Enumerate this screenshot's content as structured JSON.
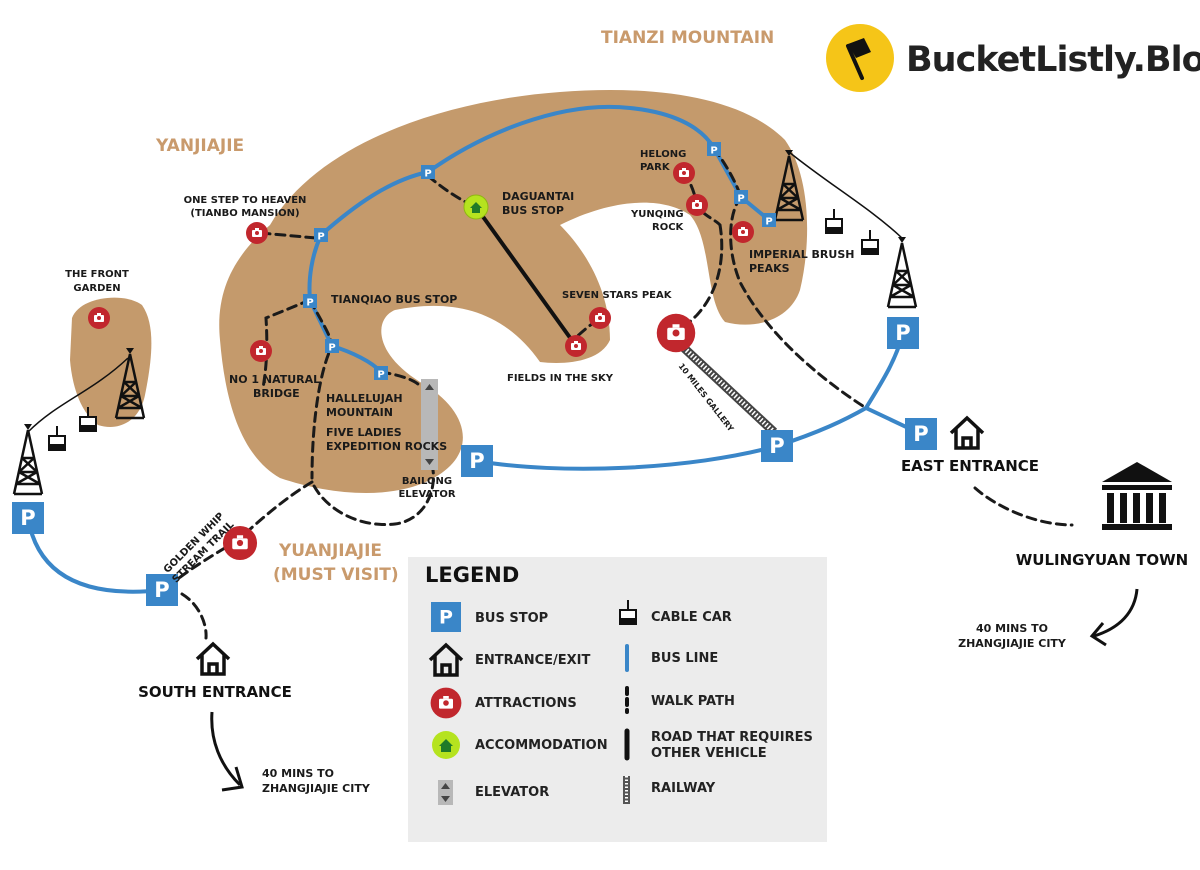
{
  "brand": {
    "name": "BucketListly.Blog"
  },
  "regions": {
    "tianzi": "TIANZI MOUNTAIN",
    "yanjiajie": "YANJIAJIE",
    "yuanjiajie_1": "YUANJIAJIE",
    "yuanjiajie_2": "(MUST VISIT)"
  },
  "places": {
    "front_garden_1": "THE FRONT",
    "front_garden_2": "GARDEN",
    "one_step_1": "ONE STEP TO HEAVEN",
    "one_step_2": "(TIANBO MANSION)",
    "daguantai_1": "DAGUANTAI",
    "daguantai_2": "BUS STOP",
    "helong_1": "HELONG",
    "helong_2": "PARK",
    "yunqing_1": "YUNQING",
    "yunqing_2": "ROCK",
    "imperial_1": "IMPERIAL BRUSH",
    "imperial_2": "PEAKS",
    "tianqiao": "TIANQIAO BUS STOP",
    "seven_stars": "SEVEN STARS PEAK",
    "fields": "FIELDS IN THE SKY",
    "natural_bridge_1": "NO 1 NATURAL",
    "natural_bridge_2": "BRIDGE",
    "hallelujah_1": "HALLELUJAH",
    "hallelujah_2": "MOUNTAIN",
    "five_ladies_1": "FIVE LADIES",
    "five_ladies_2": "EXPEDITION ROCKS",
    "bailong_1": "BAILONG",
    "bailong_2": "ELEVATOR",
    "golden_whip_1": "GOLDEN WHIP",
    "golden_whip_2": "STREAM TRAIL",
    "ten_miles": "10 MILES GALLERY",
    "south_entrance": "SOUTH ENTRANCE",
    "east_entrance": "EAST ENTRANCE",
    "wulingyuan": "WULINGYUAN TOWN",
    "south_dir_1": "40 MINS TO",
    "south_dir_2": "ZHANGJIAJIE CITY",
    "east_dir_1": "40 MINS TO",
    "east_dir_2": "ZHANGJIAJIE CITY"
  },
  "bus_stop_letter": "P",
  "legend": {
    "title": "LEGEND",
    "bus_stop": "BUS STOP",
    "entrance": "ENTRANCE/EXIT",
    "attractions": "ATTRACTIONS",
    "accommodation": "ACCOMMODATION",
    "elevator": "ELEVATOR",
    "cable_car": "CABLE CAR",
    "bus_line": "BUS LINE",
    "walk_path": "WALK PATH",
    "road_1": "ROAD THAT REQUIRES",
    "road_2": "OTHER VEHICLE",
    "railway": "RAILWAY"
  },
  "colors": {
    "terrain": "#c49a6c",
    "bus": "#3a86c8",
    "attraction": "#c1272d",
    "accommodation": "#b5e31f",
    "brand_circle": "#f5c518",
    "region_text": "#c99a6c",
    "legend_bg": "#ececec"
  },
  "icons": [
    "camera-icon",
    "house-icon",
    "cable-car-icon",
    "pylon-icon",
    "flag-icon",
    "building-icon",
    "elevator-icon",
    "arrow-icon"
  ]
}
